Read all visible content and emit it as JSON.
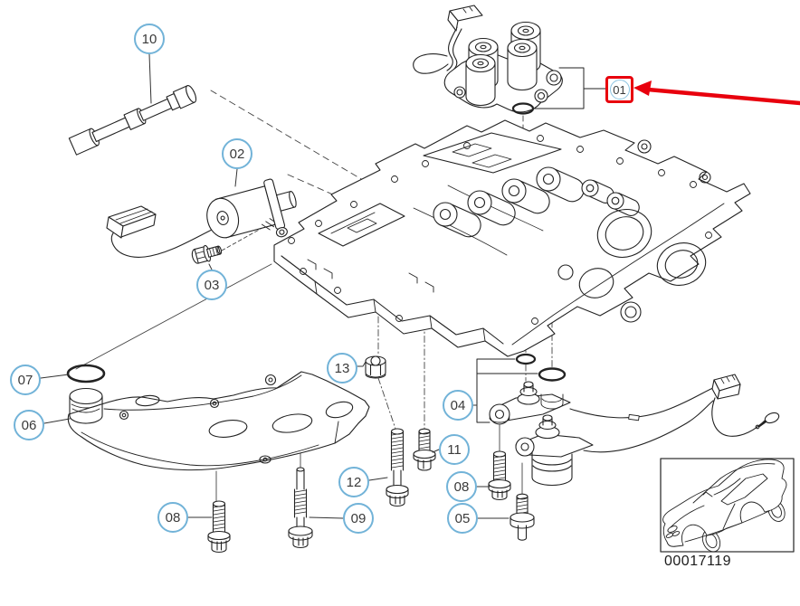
{
  "diagram": {
    "figure_number": "00017119",
    "highlighted_callout_label": "01",
    "colors": {
      "line": "#222222",
      "callout_border": "#72b3d8",
      "highlight_red": "#e8000d",
      "background": "#ffffff"
    },
    "callouts": [
      {
        "label": "10"
      },
      {
        "label": "02"
      },
      {
        "label": "03"
      },
      {
        "label": "07"
      },
      {
        "label": "06"
      },
      {
        "label": "08"
      },
      {
        "label": "09"
      },
      {
        "label": "12"
      },
      {
        "label": "13"
      },
      {
        "label": "11"
      },
      {
        "label": "04"
      },
      {
        "label": "08"
      },
      {
        "label": "05"
      },
      {
        "label": "01"
      }
    ]
  }
}
